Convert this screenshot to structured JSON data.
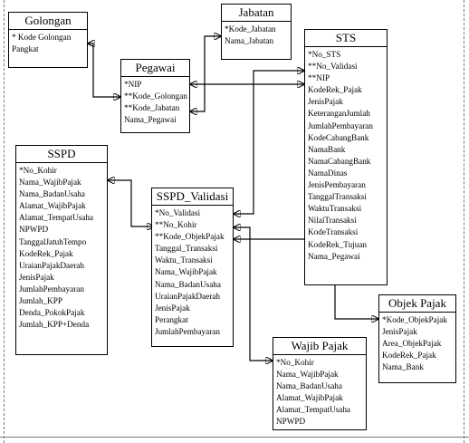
{
  "entities": {
    "golongan": {
      "title": "Golongan",
      "fields": [
        "* Kode Golongan",
        "Pangkat"
      ]
    },
    "jabatan": {
      "title": "Jabatan",
      "fields": [
        "*Kode_Jabatan",
        "Nama_Jabatan"
      ]
    },
    "pegawai": {
      "title": "Pegawai",
      "fields": [
        "*NIP",
        "**Kode_Golongan",
        "**Kode_Jabatan",
        "Nama_Pegawai"
      ]
    },
    "sts": {
      "title": "STS",
      "fields": [
        "*No_STS",
        "**No_Validasi",
        "**NIP",
        "KodeRek_Pajak",
        "JenisPajak",
        "KeteranganJumlah",
        "JumlahPembayaran",
        "KodeCabangBank",
        "NamaBank",
        "NamaCabangBank",
        "NamaDinas",
        "JenisPembayaran",
        "TanggalTransaksi",
        "WaktuTransaksi",
        "NilaiTransaksi",
        "KodeTransaksi",
        "KodeRek_Tujuan",
        "Nama_Pegawai"
      ]
    },
    "sspd": {
      "title": "SSPD",
      "fields": [
        "*No_Kohir",
        "Nama_WajibPajak",
        "Nama_BadanUsaha",
        "Alamat_WajibPajak",
        "Alamat_TempatUsaha",
        "NPWPD",
        "TanggalJatuhTempo",
        "KodeRek_Pajak",
        "UraianPajakDaerah",
        "JenisPajak",
        "JumlahPembayaran",
        "Jumlah_KPP",
        "Denda_PokokPajak",
        "Jumlah_KPP+Denda"
      ]
    },
    "sspd_validasi": {
      "title": "SSPD_Validasi",
      "fields": [
        "*No_Validasi",
        "**No_Kohir",
        "**Kode_ObjekPajak",
        "Tanggal_Transaksi",
        "Waktu_Transaksi",
        "Nama_WajibPajak",
        "Nama_BadanUsaha",
        "UraianPajakDaerah",
        "JenisPajak",
        "Perangkat",
        "JumlahPembayaran"
      ]
    },
    "objek_pajak": {
      "title": "Objek Pajak",
      "fields": [
        "*Kode_ObjekPajak",
        "JenisPajak",
        "Area_ObjekPajak",
        "KodeRek_Pajak",
        "Nama_Bank"
      ]
    },
    "wajib_pajak": {
      "title": "Wajib Pajak",
      "fields": [
        "*No_Kohir",
        "Nama_WajibPajak",
        "Nama_BadanUsaha",
        "Alamat_WajibPajak",
        "Alamat_TempatUsaha",
        "NPWPD"
      ]
    }
  }
}
